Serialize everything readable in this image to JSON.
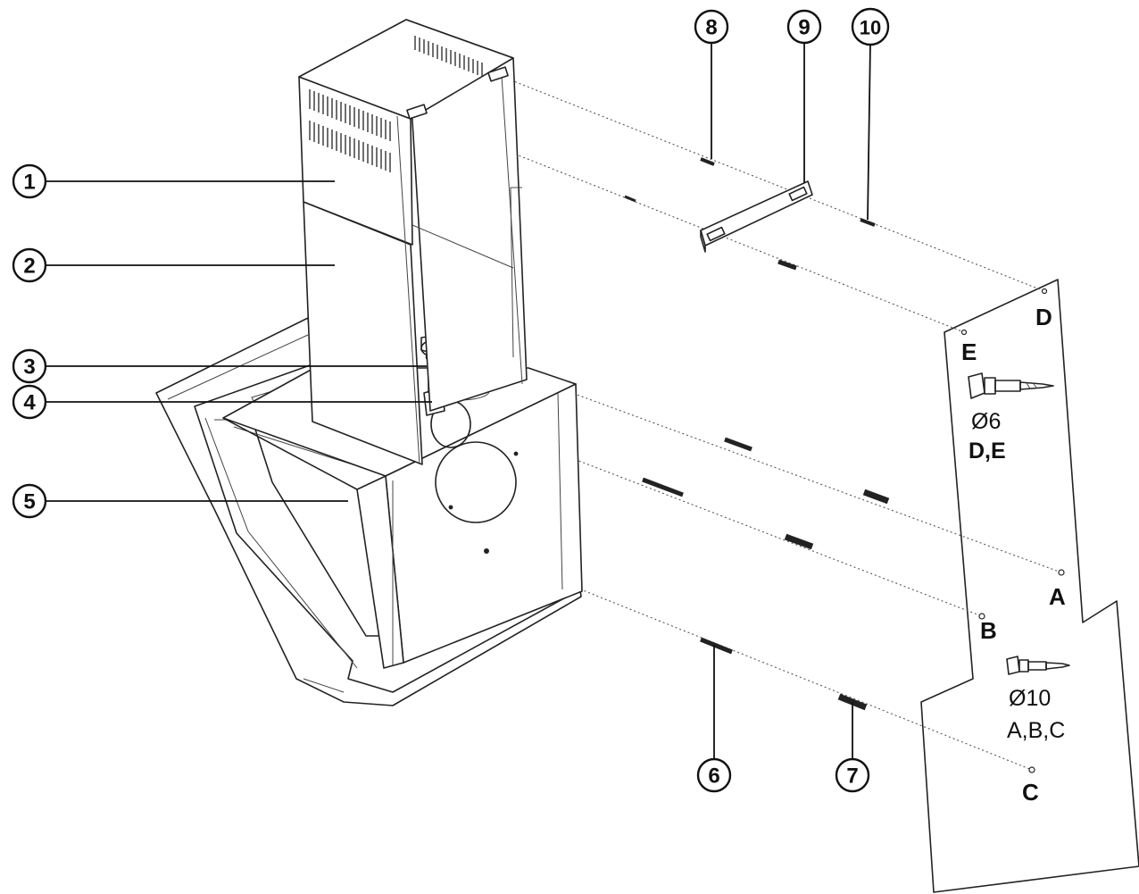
{
  "callouts": [
    {
      "id": "1",
      "label": "1"
    },
    {
      "id": "2",
      "label": "2"
    },
    {
      "id": "3",
      "label": "3"
    },
    {
      "id": "4",
      "label": "4"
    },
    {
      "id": "5",
      "label": "5"
    },
    {
      "id": "6",
      "label": "6"
    },
    {
      "id": "7",
      "label": "7"
    },
    {
      "id": "8",
      "label": "8"
    },
    {
      "id": "9",
      "label": "9"
    },
    {
      "id": "10",
      "label": "10"
    }
  ],
  "points": {
    "A": "A",
    "B": "B",
    "C": "C",
    "D": "D",
    "E": "E"
  },
  "drill_small": {
    "diameter": "Ø6",
    "holes": "D,E"
  },
  "drill_large": {
    "diameter": "Ø10",
    "holes": "A,B,C"
  }
}
